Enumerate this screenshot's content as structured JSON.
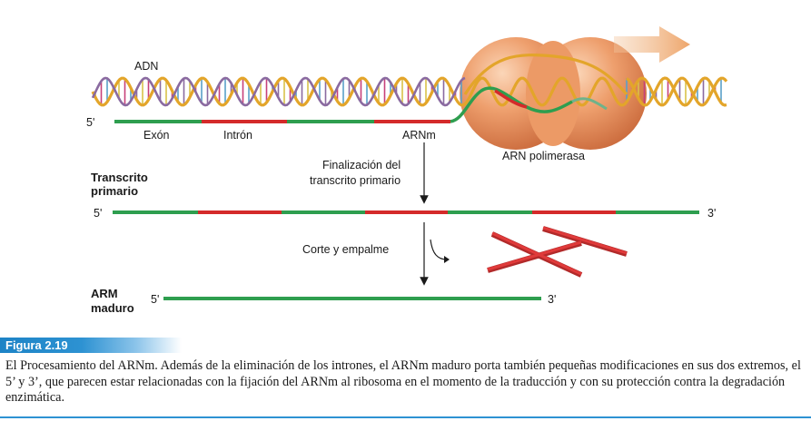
{
  "diagram": {
    "dna_label": "ADN",
    "top_five_prime": "5'",
    "exon_label": "Exón",
    "intron_label": "Intrón",
    "mrna_label": "ARNm",
    "polymerase_label": "ARN polimerasa",
    "termination_line1": "Finalización del",
    "termination_line2": "transcrito primario",
    "primary_line1": "Transcrito",
    "primary_line2": "primario",
    "primary_five_prime": "5'",
    "primary_three_prime": "3'",
    "splicing_label": "Corte y empalme",
    "mature_line1": "ARM",
    "mature_line2": "maduro",
    "mature_five_prime": "5'",
    "mature_three_prime": "3'"
  },
  "figure": {
    "label": "Figura 2.19",
    "caption": "El Procesamiento del ARNm. Además de la eliminación de los intrones, el ARNm maduro porta también pequeñas modificaciones en sus dos extremos, el 5’ y 3’, que parecen estar relacionadas con la fijación del ARNm al ribosoma en el momento de la traducción y con su protección contra la degradación enzimática."
  },
  "colors": {
    "exon": "#2e9e4f",
    "intron": "#d42a2a",
    "dna_gold": "#e3a52a",
    "dna_purple": "#8a6aa0",
    "polymerase": "#e89a68",
    "accent_blue": "#2d92d2"
  },
  "icons": {
    "direction_arrow": "orange-arrow-right",
    "flow_arrow": "arrow-down"
  }
}
